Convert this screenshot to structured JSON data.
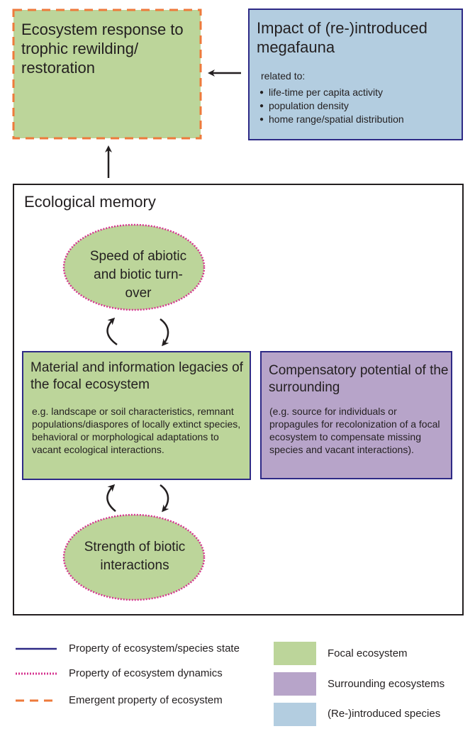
{
  "response_box": {
    "title": "Ecosystem response to trophic rewilding/ restoration"
  },
  "impact_box": {
    "title": "Impact of (re-)introduced megafauna",
    "related_to": "related to:",
    "items": [
      "life-time per capita activity",
      "population density",
      "home range/spatial distribution"
    ]
  },
  "memory_box": {
    "title": "Ecological memory"
  },
  "speed_ellipse": {
    "text": "Speed of abiotic and biotic turn-over"
  },
  "legacies_box": {
    "title": "Material and information legacies of the focal ecosystem",
    "body": "e.g. landscape or soil characteristics, remnant populations/diaspores of locally extinct species, behavioral or morphological adaptations to vacant ecological interactions."
  },
  "compensatory_box": {
    "title": "Compensatory potential of the surrounding",
    "body": "(e.g. source for individuals or propagules for recolonization of a focal ecosystem to compensate missing species and vacant interactions)."
  },
  "strength_ellipse": {
    "text": "Strength of biotic interactions"
  },
  "legend": {
    "lines": [
      {
        "label": "Property of ecosystem/species state",
        "color": "#2e2a86"
      },
      {
        "label": "Property of ecosystem dynamics",
        "color": "#d6338f"
      },
      {
        "label": "Emergent property of ecosystem",
        "color": "#ee7a3b"
      }
    ],
    "swatches": [
      {
        "label": "Focal ecosystem",
        "color": "#bcd59a"
      },
      {
        "label": "Surrounding ecosystems",
        "color": "#b7a4c9"
      },
      {
        "label": "(Re-)introduced species",
        "color": "#b3cde0"
      }
    ]
  },
  "colors": {
    "focal": "#bcd59a",
    "surrounding": "#b7a4c9",
    "introduced": "#b3cde0",
    "state_border": "#2e2a86",
    "dynamics_border": "#d6338f",
    "emergent_border": "#ee7a3b",
    "arrow": "#231f20"
  }
}
